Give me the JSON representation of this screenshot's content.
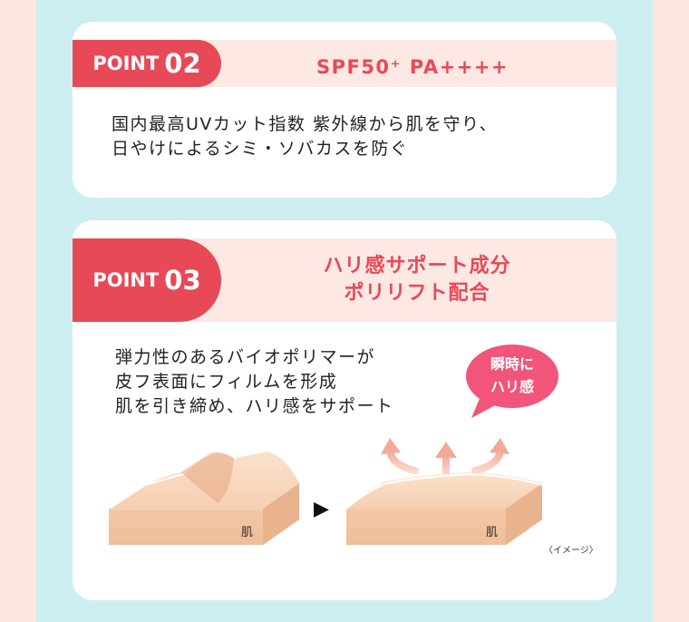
{
  "colors": {
    "accent": "#e84956",
    "bubble": "#f2557a",
    "band": "#fde8e4",
    "panel": "#cdeef0",
    "page": "#fde6e1"
  },
  "point2": {
    "label": "POINT",
    "number": "02",
    "title": "SPF50⁺ PA++++",
    "lines": [
      "国内最高UVカット指数 紫外線から肌を守り、",
      "日やけによるシミ・ソバカスを防ぐ"
    ]
  },
  "point3": {
    "label": "POINT",
    "number": "03",
    "title_lines": [
      "ハリ感サポート成分",
      "ポリリフト配合"
    ],
    "lines": [
      "弾力性のあるバイオポリマーが",
      "皮フ表面にフィルムを形成",
      "肌を引き締め、ハリ感をサポート"
    ],
    "bubble_lines": [
      "瞬時に",
      "ハリ感"
    ],
    "skin_label_before": "肌",
    "skin_label_after": "肌",
    "arrow_glyph": "▶",
    "note": "〈イメージ〉"
  }
}
